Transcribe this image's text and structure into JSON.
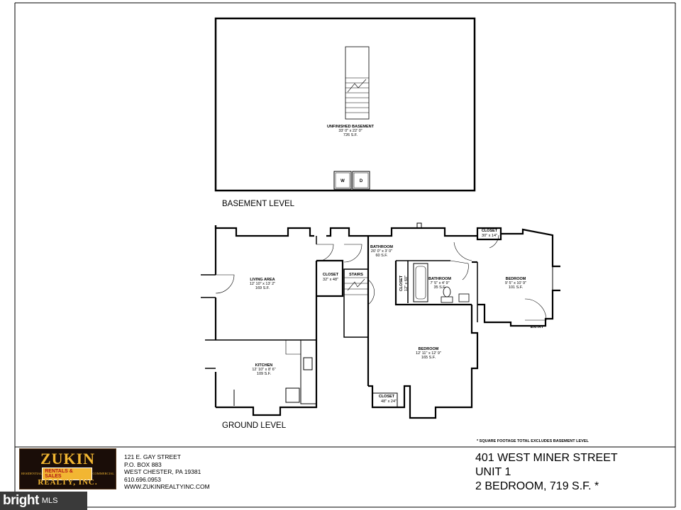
{
  "basement": {
    "title": "BASEMENT LEVEL",
    "room_name": "UNFINISHED BASEMENT",
    "room_dims": "33' 0\" x 22' 0\"",
    "room_sf": "726 S.F.",
    "washer": "W",
    "dryer": "D"
  },
  "ground": {
    "title": "GROUND LEVEL",
    "living_name": "LIVING AREA",
    "living_dims": "12' 10\" x 13' 2\"",
    "living_sf": "169 S.F.",
    "closet1_name": "CLOSET",
    "closet1_dims": "32\" x 48\"",
    "stairs": "STAIRS",
    "bath1_name": "BATHROOM",
    "bath1_dims": "20' 0\" x 3' 0\"",
    "bath1_sf": "60 S.F.",
    "closet2_name": "CLOSET",
    "closet2_dims": "12\" x 60\"",
    "bath2_name": "BATHROOM",
    "bath2_dims": "7' 5\" x 4' 9\"",
    "bath2_sf": "35 S.F.",
    "closet3_name": "CLOSET",
    "closet3_dims": "30\" x 14\"",
    "bed1_name": "BEDROOM",
    "bed1_dims": "9' 5\" x 10' 9\"",
    "bed1_sf": "101 S.F.",
    "entry": "ENTRY",
    "kitchen_name": "KITCHEN",
    "kitchen_dims": "12' 10\" x 8' 6\"",
    "kitchen_sf": "109 S.F.",
    "bed2_name": "BEDROOM",
    "bed2_dims": "12' 11\" x 12' 9\"",
    "bed2_sf": "165 S.F.",
    "closet4_name": "CLOSET",
    "closet4_dims": "48\" x 24\"",
    "note": "* SQUARE FOOTAGE TOTAL EXCLUDES BASEMENT LEVEL"
  },
  "logo": {
    "name": "ZUKIN",
    "left": "RESIDENTIAL",
    "middle": "RENTALS & SALES",
    "right": "COMMERCIAL",
    "bottom": "REALTY, INC."
  },
  "company": {
    "street": "121 E. GAY STREET",
    "pobox": "P.O. BOX 883",
    "city": "WEST CHESTER, PA 19381",
    "phone": "610.696.0953",
    "web": "WWW.ZUKINREALTYINC.COM"
  },
  "property": {
    "address": "401 WEST MINER STREET",
    "unit": "UNIT 1",
    "summary": "2 BEDROOM, 719 S.F. *"
  },
  "watermark": {
    "brand": "bright",
    "mls": "MLS"
  }
}
